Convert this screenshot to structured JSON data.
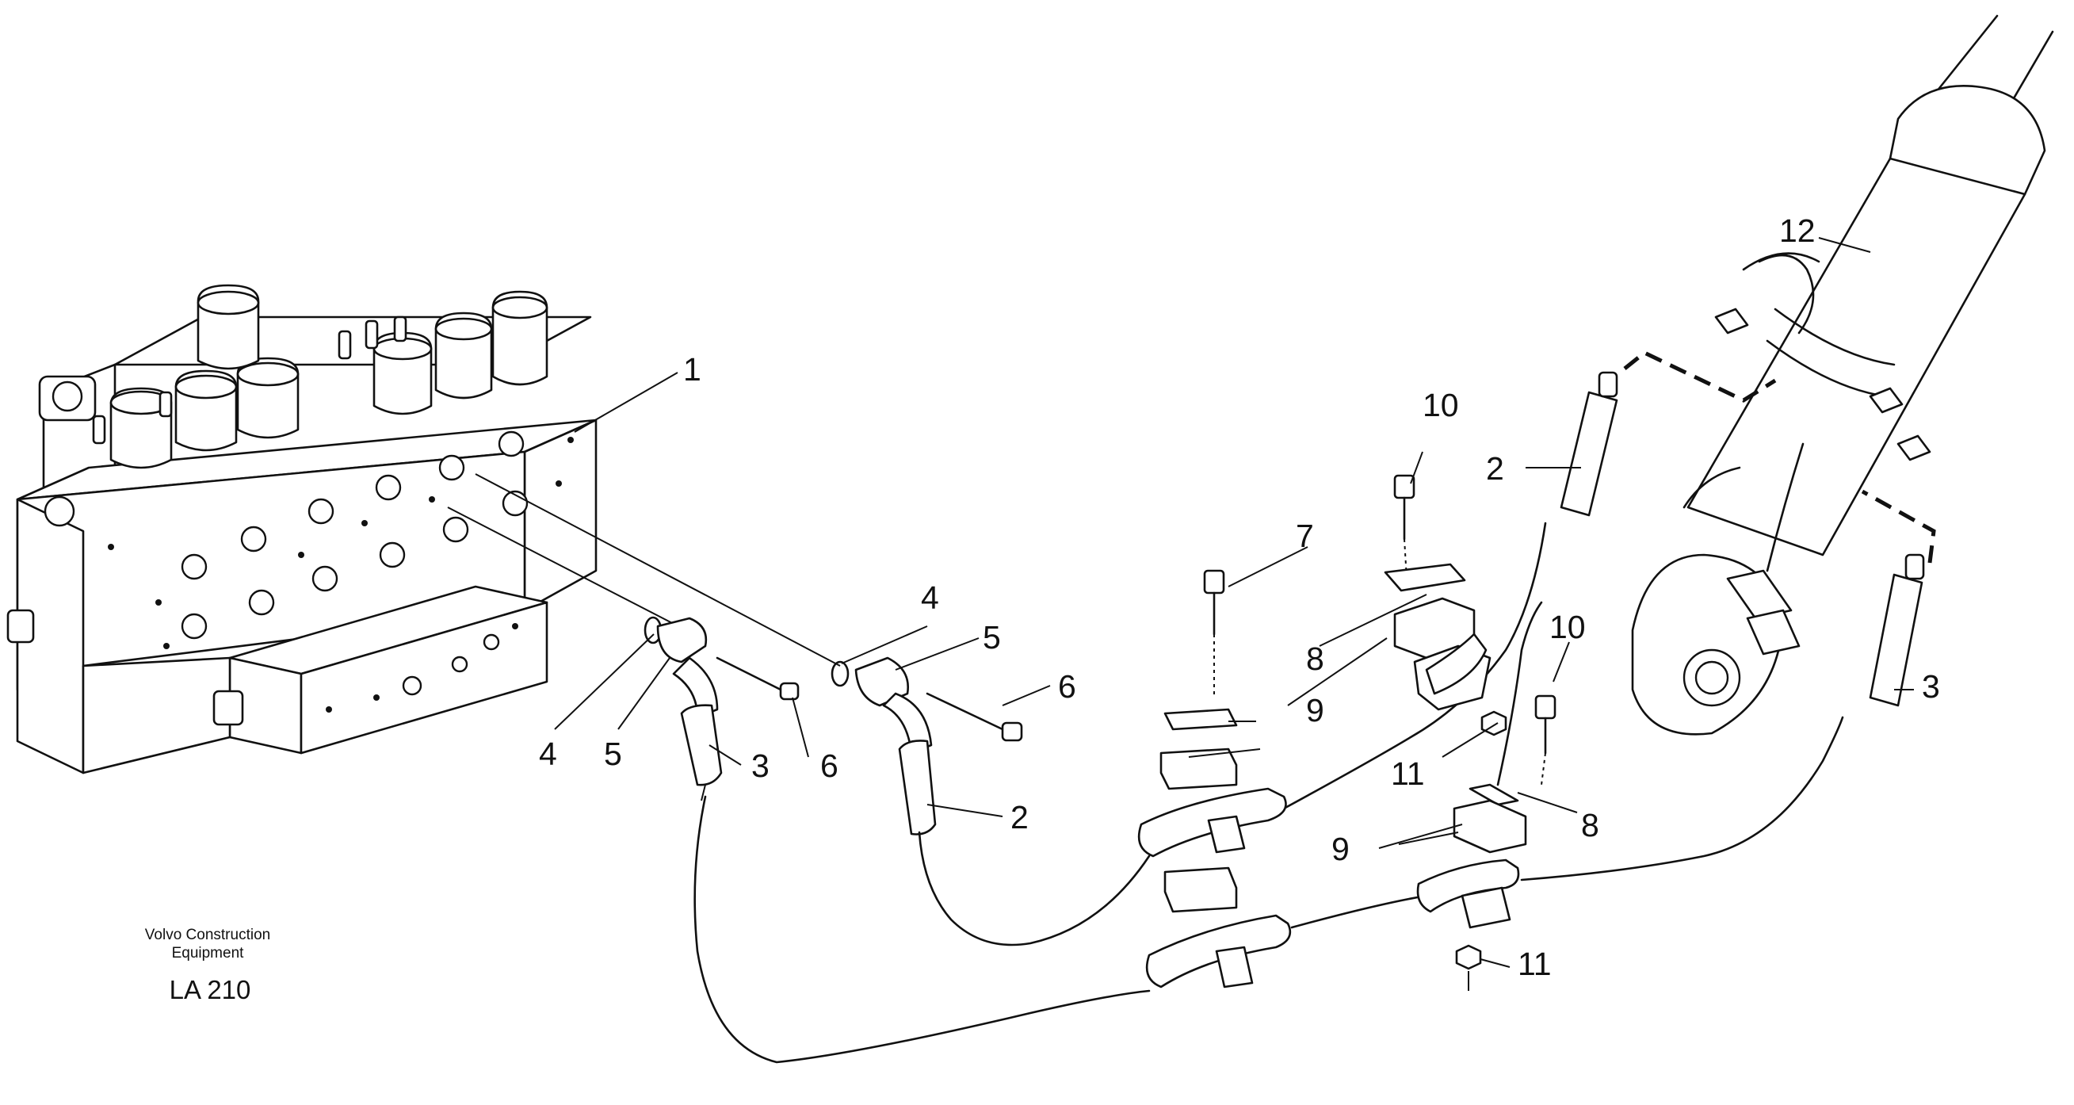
{
  "diagram": {
    "callouts": [
      "1",
      "2",
      "3",
      "4",
      "5",
      "6",
      "7",
      "8",
      "9",
      "10",
      "11",
      "12"
    ],
    "caption": {
      "line1": "Volvo Construction",
      "line2": "Equipment",
      "code": "LA 210"
    }
  }
}
